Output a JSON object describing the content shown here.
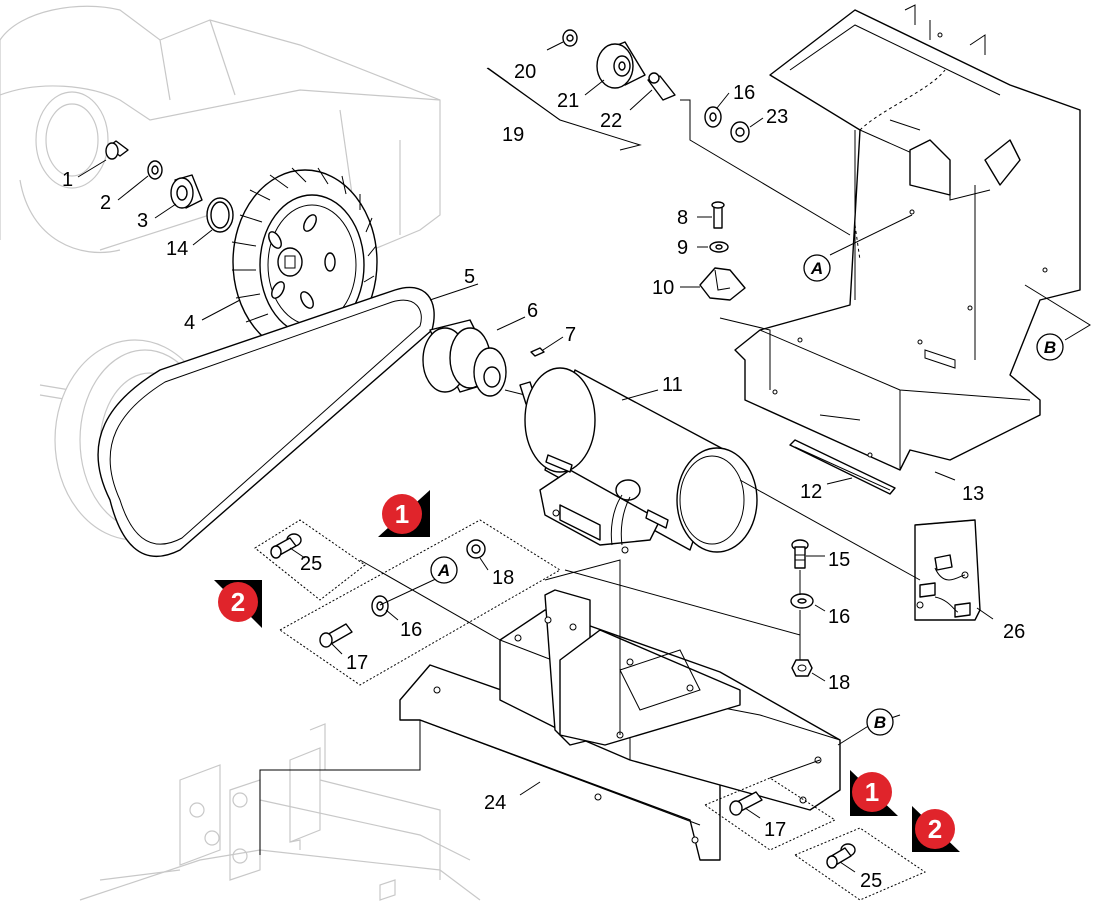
{
  "diagram": {
    "type": "exploded-parts-view",
    "part_numbers": [
      "1",
      "2",
      "3",
      "4",
      "5",
      "6",
      "7",
      "8",
      "9",
      "10",
      "11",
      "12",
      "13",
      "14",
      "15",
      "16",
      "17",
      "18",
      "19",
      "20",
      "21",
      "22",
      "23",
      "24",
      "25",
      "26"
    ],
    "labels": {
      "p1": "1",
      "p2": "2",
      "p3": "3",
      "p4": "4",
      "p5": "5",
      "p6": "6",
      "p7": "7",
      "p8": "8",
      "p9": "9",
      "p10": "10",
      "p11": "11",
      "p12": "12",
      "p13": "13",
      "p14": "14",
      "p15": "15",
      "p16a": "16",
      "p16b": "16",
      "p16c": "16",
      "p17a": "17",
      "p17b": "17",
      "p18a": "18",
      "p18b": "18",
      "p19": "19",
      "p20": "20",
      "p21": "21",
      "p22": "22",
      "p23": "23",
      "p24": "24",
      "p25a": "25",
      "p25b": "25",
      "p26": "26"
    },
    "reference_letters": {
      "a_frame": "A",
      "a_kit": "A",
      "b_frame": "B",
      "b_rail": "B"
    },
    "kit_markers": {
      "m1_left": "1",
      "m2_left": "2",
      "m1_right": "1",
      "m2_right": "2"
    },
    "colors": {
      "line": "#000000",
      "ghost": "#c8c8c8",
      "marker_red": "#e0242b",
      "marker_shadow": "#000000"
    }
  }
}
